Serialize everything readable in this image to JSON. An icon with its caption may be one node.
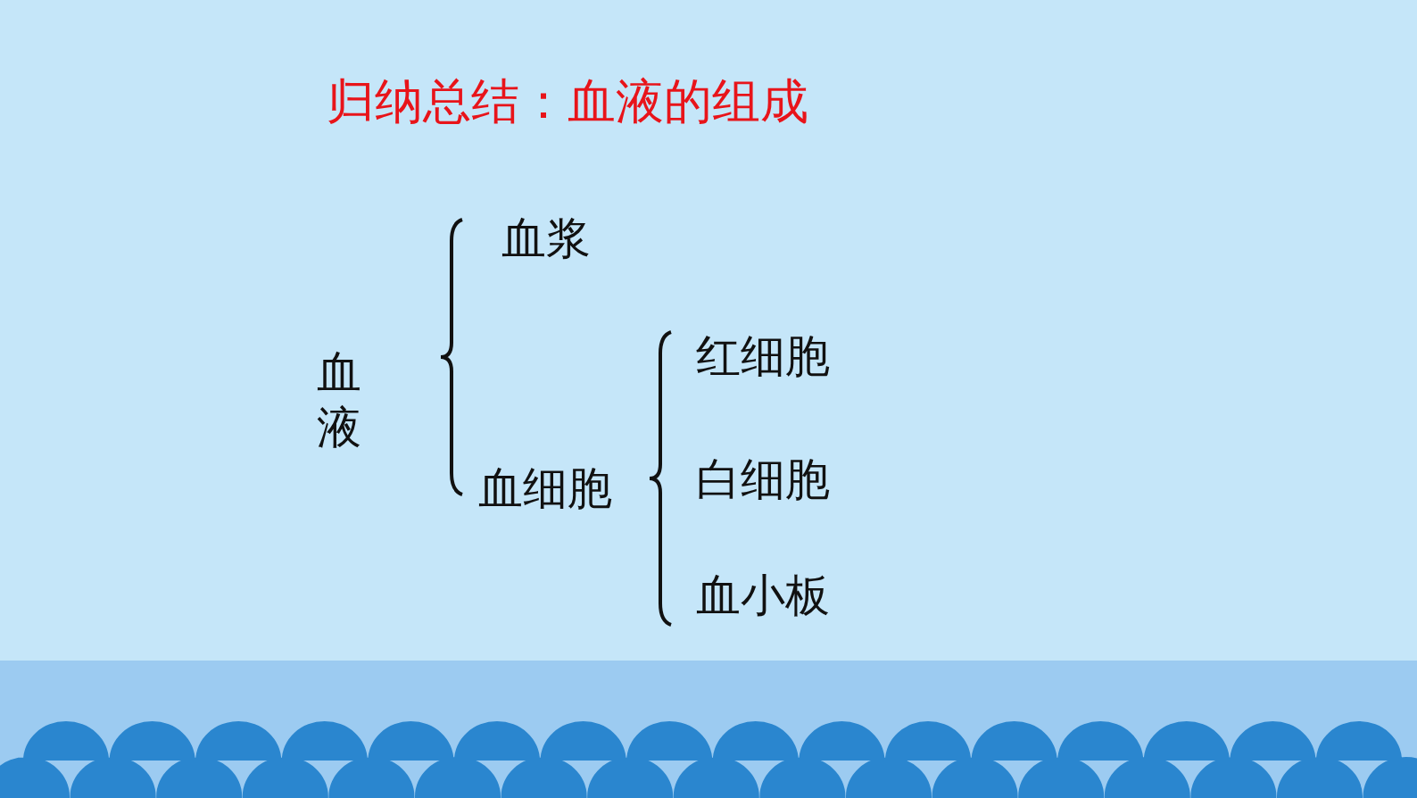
{
  "diagram": {
    "title": "归纳总结：血液的组成",
    "labels": [
      "血液",
      "血浆",
      "血细胞",
      "红细胞",
      "白细胞",
      "血小板"
    ]
  }
}
